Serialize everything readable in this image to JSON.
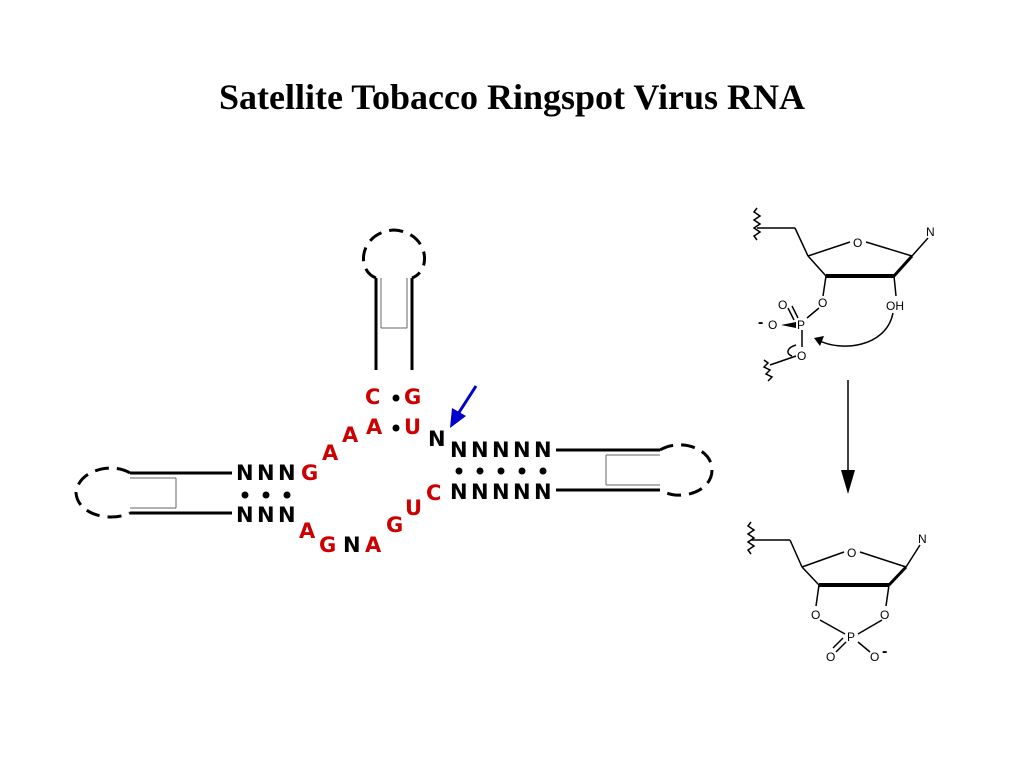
{
  "title": "Satellite Tobacco Ringspot Virus RNA",
  "colors": {
    "red": "#cc0000",
    "black": "#000000",
    "arrow": "#0000cc"
  },
  "hairpin": {
    "top_pair": [
      "C",
      "G"
    ],
    "top_pair2": [
      "A",
      "U"
    ],
    "top_loop_left": "A",
    "top_loop_left2": "A",
    "junction_n": "N",
    "left_strand_top": [
      "N",
      "N",
      "N"
    ],
    "left_strand_top_tail": "G",
    "left_strand_bottom": [
      "N",
      "N",
      "N"
    ],
    "bottom_loop": [
      "A",
      "G",
      "N",
      "A",
      "G",
      "U",
      "C"
    ],
    "right_strand_top": [
      "N",
      "N",
      "N",
      "N",
      "N"
    ],
    "right_strand_bottom": [
      "N",
      "N",
      "N",
      "N",
      "N"
    ]
  },
  "reaction": {
    "top": {
      "ring_o": "O",
      "base": "N",
      "o3": "O",
      "oh": "OH",
      "p": "P",
      "o_double": "O",
      "o_minus": "O",
      "minus": "-",
      "o5": "O"
    },
    "bottom": {
      "ring_o": "O",
      "base": "N",
      "o2": "O",
      "o3": "O",
      "p": "P",
      "o_double": "O",
      "o_minus": "O",
      "minus": "-"
    }
  }
}
